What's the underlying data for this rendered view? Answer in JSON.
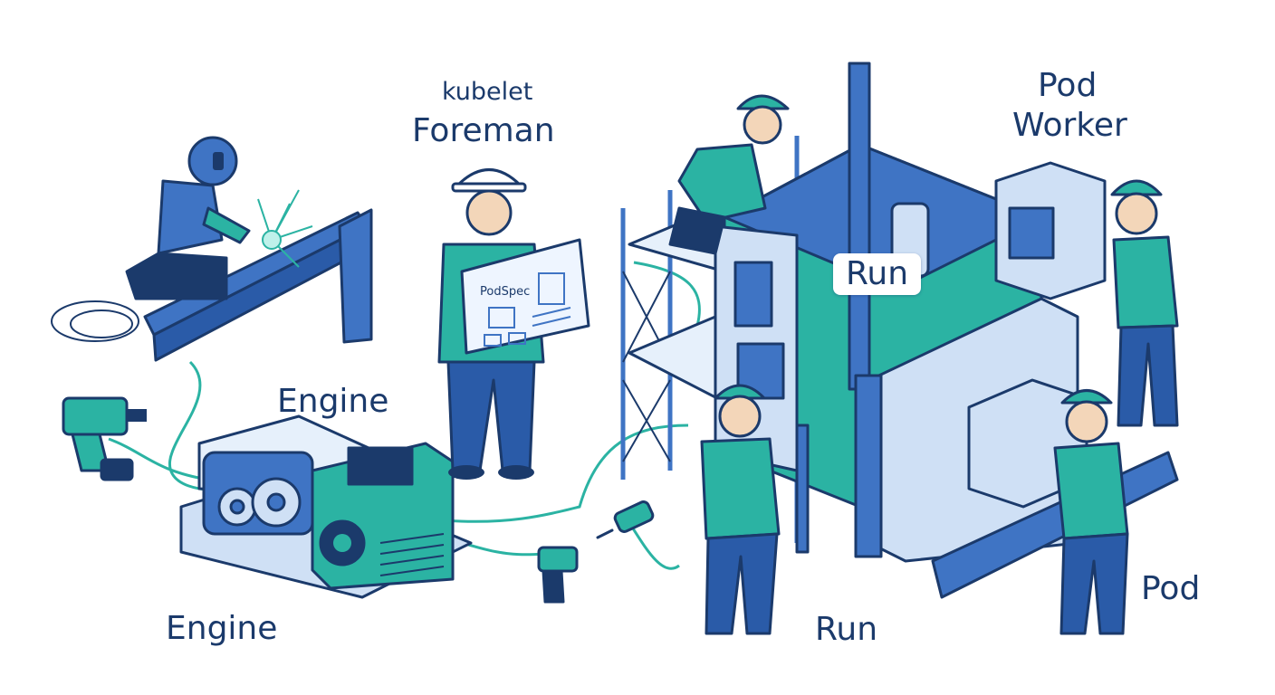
{
  "labels": {
    "kubelet": "kubelet",
    "foreman": "Foreman",
    "pod_worker_1": "Pod",
    "pod_worker_2": "Worker",
    "run_box": "Run",
    "engine_top": "Engine",
    "engine_bottom": "Engine",
    "run_bottom": "Run",
    "pod_bottom": "Pod",
    "podspec": "PodSpec"
  },
  "colors": {
    "navy": "#1b3a6b",
    "blue": "#3f74c4",
    "light_blue": "#cfe0f5",
    "teal": "#2bb3a3",
    "skin": "#f3d6b9"
  }
}
